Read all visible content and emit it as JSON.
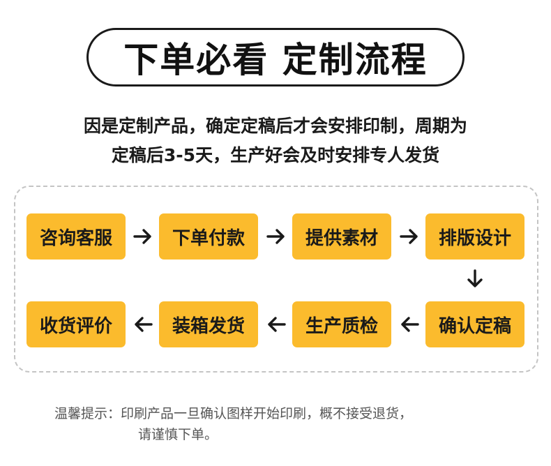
{
  "title": "下单必看 定制流程",
  "intro": {
    "line1": "因是定制产品，确定定稿后才会安排印制，周期为",
    "line2": "定稿后3-5天，生产好会及时安排专人发货"
  },
  "steps": [
    {
      "label": "咨询客服"
    },
    {
      "label": "下单付款"
    },
    {
      "label": "提供素材"
    },
    {
      "label": "排版设计"
    },
    {
      "label": "确认定稿"
    },
    {
      "label": "生产质检"
    },
    {
      "label": "装箱发货"
    },
    {
      "label": "收货评价"
    }
  ],
  "note": {
    "line1": "温馨提示：印刷产品一旦确认图样开始印刷，概不接受退货，",
    "line2": "请谨慎下单。"
  },
  "colors": {
    "step_fill": "#fbbb2d",
    "text": "#1a1a1a",
    "dashed_border": "#c4c4c4",
    "note_text": "#555555"
  },
  "icons": {
    "right": "arrow-right-icon",
    "down": "arrow-down-icon",
    "left": "arrow-left-icon"
  }
}
